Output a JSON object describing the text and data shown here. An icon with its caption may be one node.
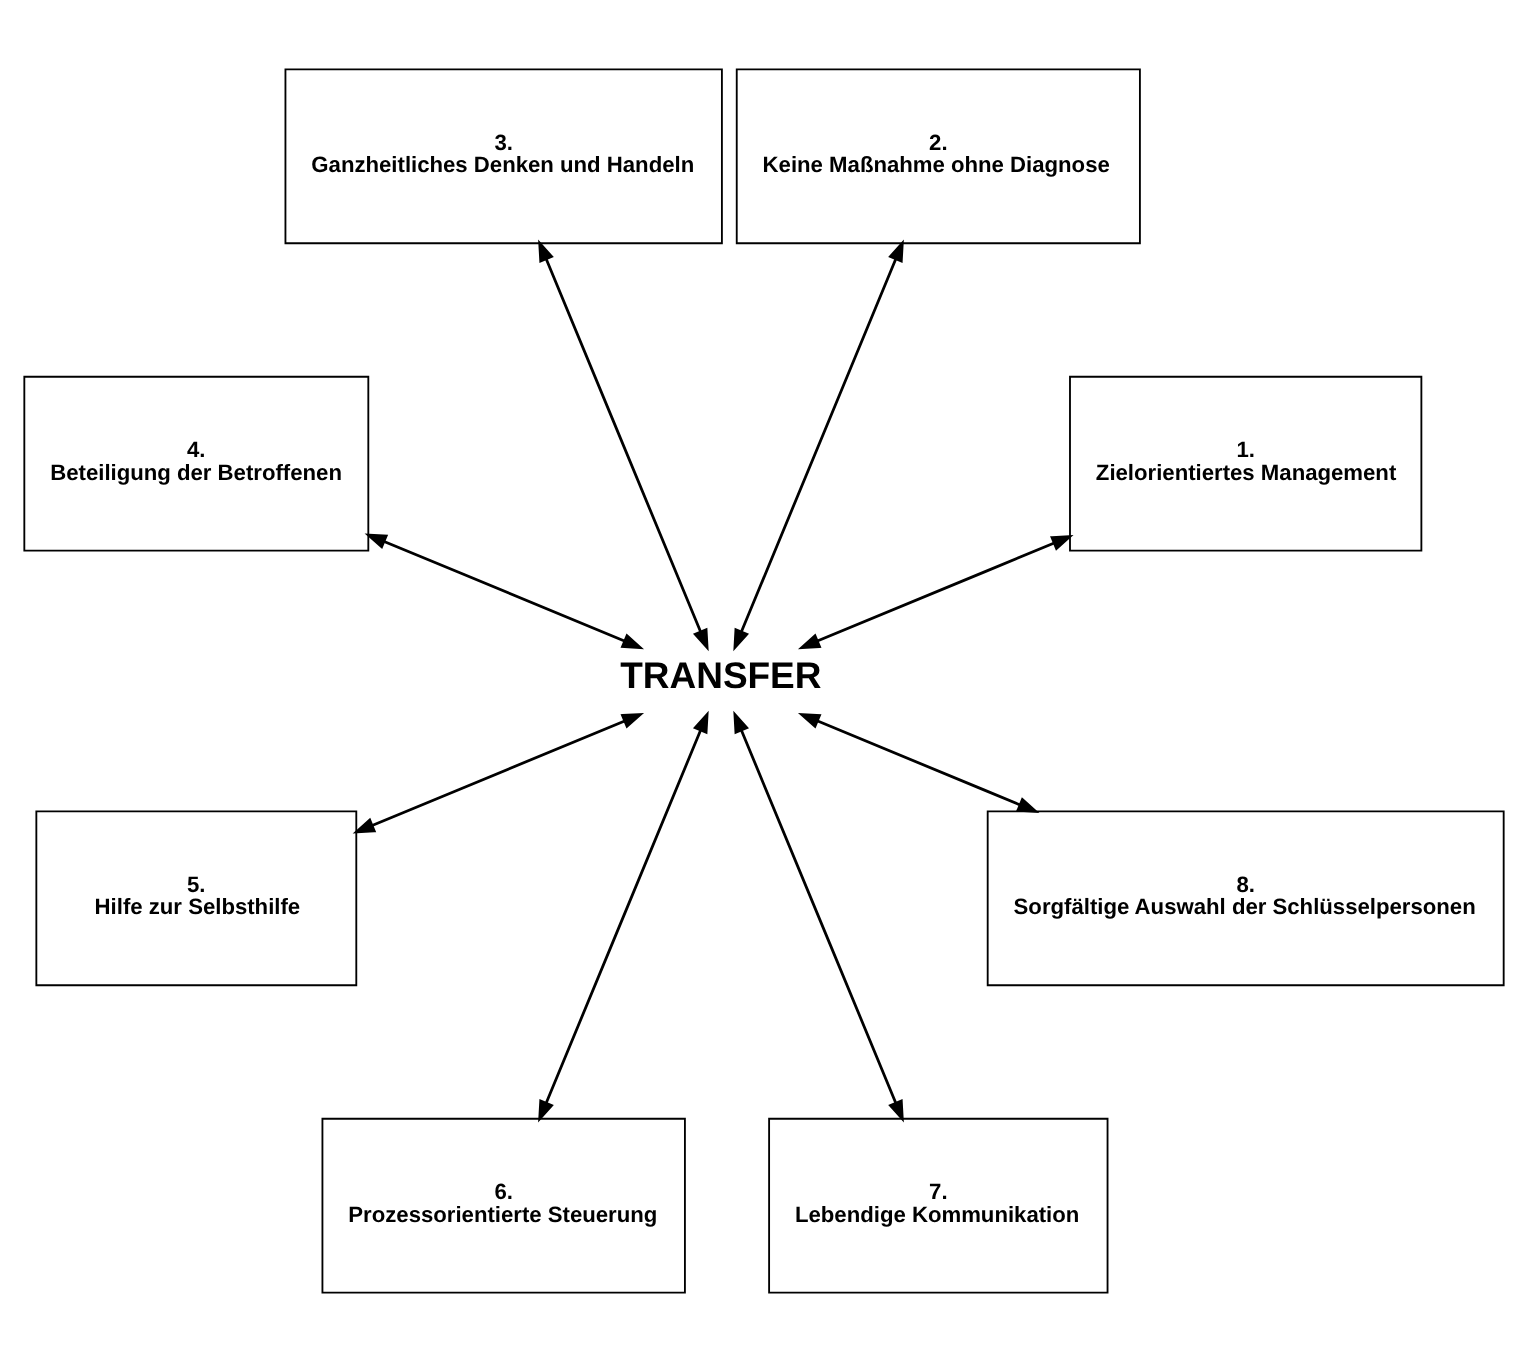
{
  "diagram": {
    "nodes": [
      {
        "text": [
          "TRANSFER"
        ]
      },
      {
        "text": [
          "1.",
          "Zielorientiertes Management"
        ]
      },
      {
        "text": [
          "2.",
          "Keine Maßnahme ohne Diagnose"
        ]
      },
      {
        "text": [
          "3.",
          "Ganzheitliches Denken und Handeln"
        ]
      },
      {
        "text": [
          "4.",
          "Beteiligung der Betroffenen"
        ]
      },
      {
        "text": [
          "5.",
          "Hilfe zur Selbsthilfe"
        ]
      },
      {
        "text": [
          "6.",
          "Prozessorientierte Steuerung"
        ]
      },
      {
        "text": [
          "7.",
          "Lebendige Kommunikation"
        ]
      },
      {
        "text": [
          "8.",
          "Sorgfältige Auswahl der Schlüsselpersonen"
        ]
      }
    ],
    "edges": [
      {
        "from": 0,
        "to": 1,
        "arrow": "both"
      },
      {
        "from": 0,
        "to": 2,
        "arrow": "both"
      },
      {
        "from": 0,
        "to": 3,
        "arrow": "both"
      },
      {
        "from": 0,
        "to": 4,
        "arrow": "both"
      },
      {
        "from": 0,
        "to": 5,
        "arrow": "both"
      },
      {
        "from": 0,
        "to": 6,
        "arrow": "both"
      },
      {
        "from": 0,
        "to": 7,
        "arrow": "both"
      },
      {
        "from": 0,
        "to": 8,
        "arrow": "both"
      }
    ]
  }
}
